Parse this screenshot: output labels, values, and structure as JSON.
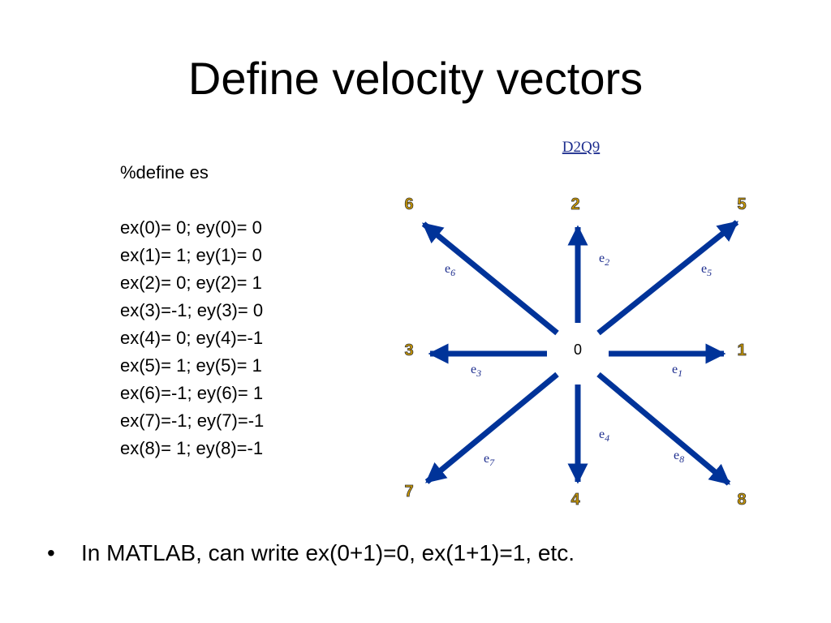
{
  "title": "Define velocity vectors",
  "code_lines": [
    "%define es",
    "",
    "ex(0)= 0; ey(0)= 0",
    "ex(1)= 1; ey(1)= 0",
    "ex(2)= 0; ey(2)= 1",
    "ex(3)=-1; ey(3)= 0",
    "ex(4)= 0; ey(4)=-1",
    "ex(5)= 1; ey(5)= 1",
    "ex(6)=-1; ey(6)= 1",
    "ex(7)=-1; ey(7)=-1",
    "ex(8)= 1; ey(8)=-1"
  ],
  "diagram": {
    "caption": "D2Q9",
    "center_label": "0",
    "directions": [
      {
        "id": "1",
        "ex": 1,
        "ey": 0,
        "vector_base": "e",
        "vector_sub": "1"
      },
      {
        "id": "2",
        "ex": 0,
        "ey": 1,
        "vector_base": "e",
        "vector_sub": "2"
      },
      {
        "id": "3",
        "ex": -1,
        "ey": 0,
        "vector_base": "e",
        "vector_sub": "3"
      },
      {
        "id": "4",
        "ex": 0,
        "ey": -1,
        "vector_base": "e",
        "vector_sub": "4"
      },
      {
        "id": "5",
        "ex": 1,
        "ey": 1,
        "vector_base": "e",
        "vector_sub": "5"
      },
      {
        "id": "6",
        "ex": -1,
        "ey": 1,
        "vector_base": "e",
        "vector_sub": "6"
      },
      {
        "id": "7",
        "ex": -1,
        "ey": -1,
        "vector_base": "e",
        "vector_sub": "7"
      },
      {
        "id": "8",
        "ex": 1,
        "ey": -1,
        "vector_base": "e",
        "vector_sub": "8"
      }
    ],
    "colors": {
      "arrow": "#003399",
      "number_fill": "#cc9900",
      "number_stroke": "#333333",
      "caption": "#1f2f8f",
      "vector_label": "#1f2f8f"
    }
  },
  "bullet": {
    "marker": "•",
    "text": "In MATLAB, can write ex(0+1)=0, ex(1+1)=1, etc."
  }
}
